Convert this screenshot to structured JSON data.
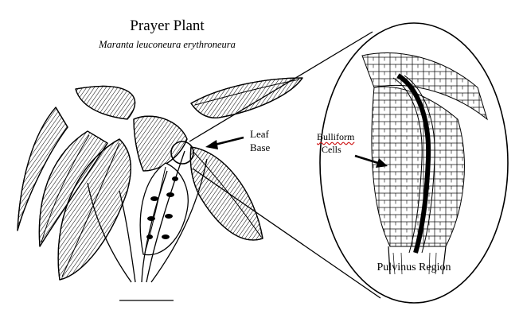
{
  "title": "Prayer Plant",
  "subtitle": "Maranta leuconeura erythroneura",
  "labels": {
    "leaf_base_line1": "Leaf",
    "leaf_base_line2": "Base",
    "bulliform_line1": "Bulliform",
    "bulliform_line2": "Cells",
    "pulvinus": "Pulvinus Region"
  },
  "colors": {
    "ink": "#000000",
    "background": "#ffffff",
    "spellcheck_underline": "#d02020"
  }
}
